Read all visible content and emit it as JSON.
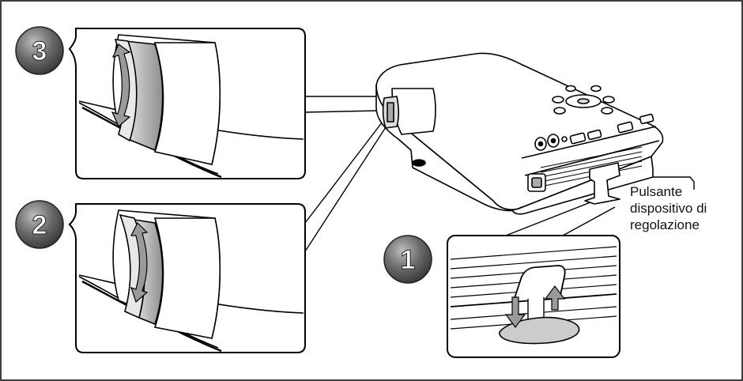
{
  "callout": {
    "lines": [
      "Pulsante",
      "dispositivo di",
      "regolazione"
    ]
  },
  "steps": [
    {
      "number": "1",
      "subject": "adjuster-foot"
    },
    {
      "number": "2",
      "subject": "focus-ring"
    },
    {
      "number": "3",
      "subject": "zoom-ring"
    }
  ],
  "colors": {
    "outline": "#000000",
    "badge_fill": "#5a5a5a",
    "arrow_fill": "#9a9a9a",
    "ring_fill": "#c4c4c4"
  }
}
